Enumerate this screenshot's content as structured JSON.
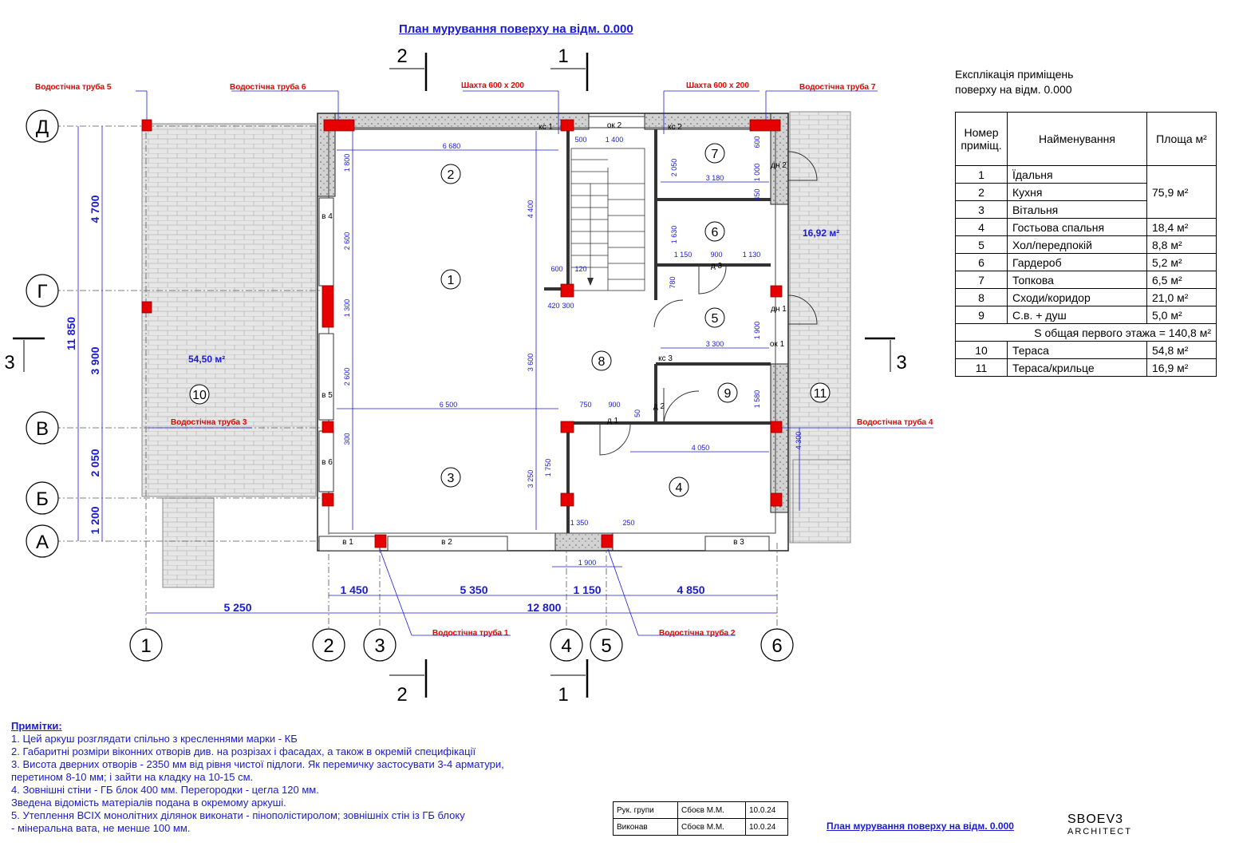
{
  "title": "План мурування поверху на відм. 0.000",
  "axes_letters": [
    "Д",
    "Г",
    "В",
    "Б",
    "А"
  ],
  "axes_numbers": [
    "1",
    "2",
    "3",
    "4",
    "5",
    "6"
  ],
  "sections": [
    "2",
    "1",
    "2",
    "1",
    "3",
    "3"
  ],
  "labels": {
    "pipe5": "Водостічна труба 5",
    "pipe6": "Водостічна труба 6",
    "shaft1": "Шахта 600 х 200",
    "shaft2": "Шахта 600 х 200",
    "pipe7": "Водостічна труба 7",
    "pipe3": "Водостічна труба 3",
    "pipe4": "Водостічна труба 4",
    "pipe1": "Водостічна труба 1",
    "pipe2": "Водостічна труба 2",
    "terrace_area": "54,50 м²",
    "porch_area": "16,92 м²"
  },
  "vert_dims": [
    "4 700",
    "3 900",
    "11 850",
    "2 050",
    "1 200"
  ],
  "bottom_dims": [
    "1 450",
    "5 350",
    "1 150",
    "4 850",
    "5 250",
    "12 800"
  ],
  "plan_dims": [
    "6 680",
    "1 800",
    "2 600",
    "1 300",
    "2 600",
    "6 500",
    "300",
    "4 400",
    "3 600",
    "3 250",
    "1 750",
    "1 400",
    "500",
    "3 180",
    "2 050",
    "1 630",
    "1 150",
    "900",
    "1 130",
    "3 300",
    "1 900",
    "750",
    "900",
    "4 050",
    "1 580",
    "1 900",
    "1 350",
    "600",
    "420",
    "4 300",
    "1 000",
    "600",
    "450",
    "120",
    "780",
    "300",
    "250",
    "50"
  ],
  "openings": [
    "ок 2",
    "в 4",
    "в 5",
    "в 6",
    "в 1",
    "в 2",
    "в 3",
    "д 1",
    "д 2",
    "д 3",
    "дн 2",
    "дн 1",
    "ок 1",
    "кс 1",
    "кс 2",
    "кс 3"
  ],
  "room_numbers": [
    "1",
    "2",
    "3",
    "4",
    "5",
    "6",
    "7",
    "8",
    "9",
    "10",
    "11"
  ],
  "explication": {
    "title_line1": "Експлікація приміщень",
    "title_line2": "поверху на відм. 0.000",
    "headers": [
      "Номер приміщ.",
      "Найменування",
      "Площа м²"
    ],
    "rows": [
      {
        "num": "1",
        "name": "Їдальня",
        "area": ""
      },
      {
        "num": "2",
        "name": "Кухня",
        "area": "75,9 м²"
      },
      {
        "num": "3",
        "name": "Вітальня",
        "area": ""
      },
      {
        "num": "4",
        "name": "Гостьова спальня",
        "area": "18,4 м²"
      },
      {
        "num": "5",
        "name": "Хол/передпокій",
        "area": "8,8 м²"
      },
      {
        "num": "6",
        "name": "Гардероб",
        "area": "5,2 м²"
      },
      {
        "num": "7",
        "name": "Топкова",
        "area": "6,5 м²"
      },
      {
        "num": "8",
        "name": "Сходи/коридор",
        "area": "21,0 м²"
      },
      {
        "num": "9",
        "name": "С.в. + душ",
        "area": "5,0 м²"
      }
    ],
    "total": "S общая первого этажа = 140,8 м²",
    "rows2": [
      {
        "num": "10",
        "name": "Тераса",
        "area": "54,8 м²"
      },
      {
        "num": "11",
        "name": "Тераса/крильце",
        "area": "16,9 м²"
      }
    ]
  },
  "notes": {
    "heading": "Примітки:",
    "lines": [
      "1. Цей аркуш розглядати спільно з кресленнями марки - КБ",
      "2. Габаритні розміри віконних отворів див. на розрізах і фасадах, а також в окремій специфікації",
      "3. Висота дверних отворів - 2350 мм від рівня чистої підлоги. Як перемичку застосувати 3-4 арматури,",
      "перетином 8-10 мм; і зайти на кладку на 10-15 см.",
      "4. Зовнішні стіни - ГБ блок 400 мм. Перегородки - цегла 120 мм.",
      "Зведена відомість матеріалів подана в окремому аркуші.",
      "5. Утеплення ВСІХ монолітних ділянок виконати - пінополістиролом; зовнішніх стін із ГБ блоку",
      "- мінеральна вата, не менше 100 мм."
    ]
  },
  "stamp": {
    "row1": [
      "Рук. групи",
      "Сбоєв М.М.",
      "10.0.24"
    ],
    "row2": [
      "Виконав",
      "Сбоєв М.М.",
      "10.0.24"
    ],
    "sheet_title": "План мурування поверху на відм. 0.000",
    "logo": "SBOEV3",
    "logo_sub": "ARCHITECT"
  },
  "colors": {
    "blue": "#1a1ad6",
    "red": "#e60000",
    "wall": "#d9d9d9",
    "pipe": "#e60000"
  }
}
